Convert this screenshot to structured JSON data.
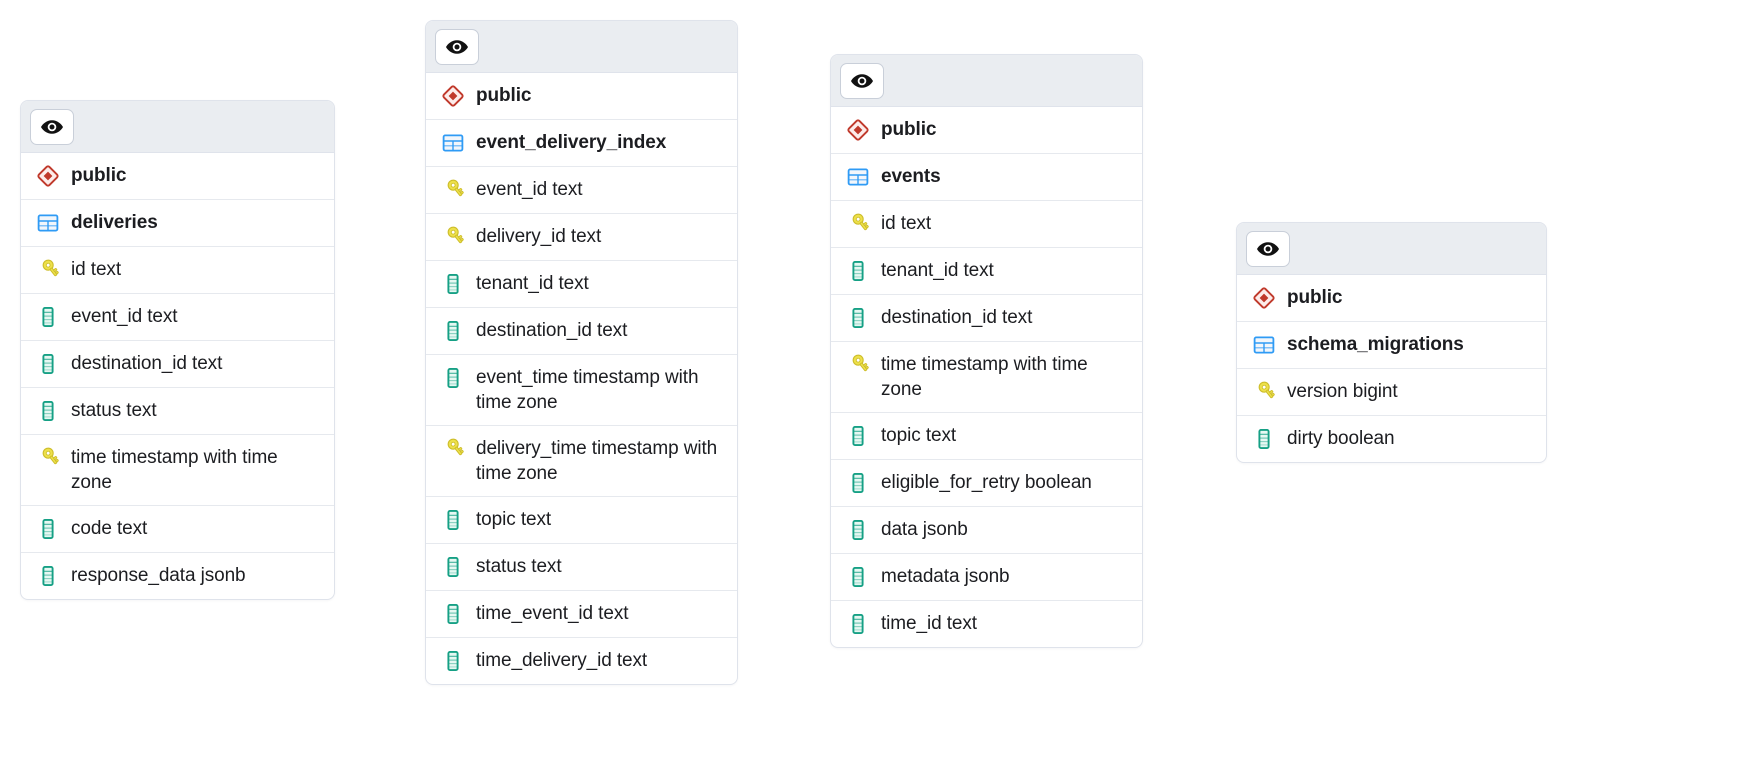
{
  "diagram": {
    "kind": "database-schema-erd",
    "colors": {
      "card_border": "#dfe3eb",
      "header_bg": "#eaedf1",
      "schema_icon": "#c0392b",
      "table_icon": "#2f9bf5",
      "key_icon": "#e6c63a",
      "column_icon": "#16a085",
      "text": "#1c1d21",
      "page_bg": "#ffffff"
    },
    "tables": [
      {
        "id": "deliveries",
        "header_button": {
          "icon": "eye-icon",
          "label": ""
        },
        "rows": [
          {
            "icon": "schema-icon",
            "label": "public",
            "kind": "schema"
          },
          {
            "icon": "table-icon",
            "label": "deliveries",
            "kind": "table"
          },
          {
            "icon": "key-icon",
            "label": "id text",
            "kind": "primary-key"
          },
          {
            "icon": "column-icon",
            "label": "event_id text",
            "kind": "column"
          },
          {
            "icon": "column-icon",
            "label": "destination_id text",
            "kind": "column"
          },
          {
            "icon": "column-icon",
            "label": "status text",
            "kind": "column"
          },
          {
            "icon": "key-icon",
            "label": "time timestamp with time zone",
            "kind": "primary-key"
          },
          {
            "icon": "column-icon",
            "label": "code text",
            "kind": "column"
          },
          {
            "icon": "column-icon",
            "label": "response_data jsonb",
            "kind": "column"
          }
        ]
      },
      {
        "id": "event_delivery_index",
        "header_button": {
          "icon": "eye-icon",
          "label": ""
        },
        "rows": [
          {
            "icon": "schema-icon",
            "label": "public",
            "kind": "schema"
          },
          {
            "icon": "table-icon",
            "label": "event_delivery_index",
            "kind": "table"
          },
          {
            "icon": "key-icon",
            "label": "event_id text",
            "kind": "primary-key"
          },
          {
            "icon": "key-icon",
            "label": "delivery_id text",
            "kind": "primary-key"
          },
          {
            "icon": "column-icon",
            "label": "tenant_id text",
            "kind": "column"
          },
          {
            "icon": "column-icon",
            "label": "destination_id text",
            "kind": "column"
          },
          {
            "icon": "column-icon",
            "label": "event_time timestamp with time zone",
            "kind": "column"
          },
          {
            "icon": "key-icon",
            "label": "delivery_time timestamp with time zone",
            "kind": "primary-key"
          },
          {
            "icon": "column-icon",
            "label": "topic text",
            "kind": "column"
          },
          {
            "icon": "column-icon",
            "label": "status text",
            "kind": "column"
          },
          {
            "icon": "column-icon",
            "label": "time_event_id text",
            "kind": "column"
          },
          {
            "icon": "column-icon",
            "label": "time_delivery_id text",
            "kind": "column"
          }
        ]
      },
      {
        "id": "events",
        "header_button": {
          "icon": "eye-icon",
          "label": ""
        },
        "rows": [
          {
            "icon": "schema-icon",
            "label": "public",
            "kind": "schema"
          },
          {
            "icon": "table-icon",
            "label": "events",
            "kind": "table"
          },
          {
            "icon": "key-icon",
            "label": "id text",
            "kind": "primary-key"
          },
          {
            "icon": "column-icon",
            "label": "tenant_id text",
            "kind": "column"
          },
          {
            "icon": "column-icon",
            "label": "destination_id text",
            "kind": "column"
          },
          {
            "icon": "key-icon",
            "label": "time timestamp with time zone",
            "kind": "primary-key"
          },
          {
            "icon": "column-icon",
            "label": "topic text",
            "kind": "column"
          },
          {
            "icon": "column-icon",
            "label": "eligible_for_retry boolean",
            "kind": "column"
          },
          {
            "icon": "column-icon",
            "label": "data jsonb",
            "kind": "column"
          },
          {
            "icon": "column-icon",
            "label": "metadata jsonb",
            "kind": "column"
          },
          {
            "icon": "column-icon",
            "label": "time_id text",
            "kind": "column"
          }
        ]
      },
      {
        "id": "schema_migrations",
        "header_button": {
          "icon": "eye-icon",
          "label": ""
        },
        "rows": [
          {
            "icon": "schema-icon",
            "label": "public",
            "kind": "schema"
          },
          {
            "icon": "table-icon",
            "label": "schema_migrations",
            "kind": "table"
          },
          {
            "icon": "key-icon",
            "label": "version bigint",
            "kind": "primary-key"
          },
          {
            "icon": "column-icon",
            "label": "dirty boolean",
            "kind": "column"
          }
        ]
      }
    ]
  }
}
